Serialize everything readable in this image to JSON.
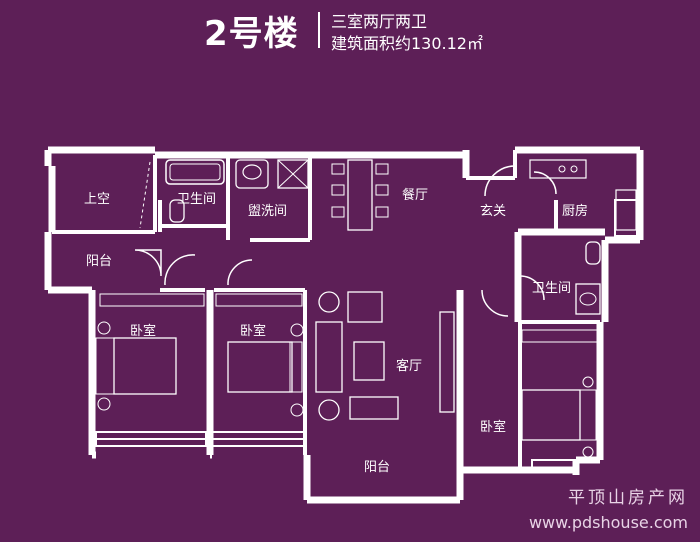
{
  "header": {
    "building": "2号楼",
    "layout": "三室两厅两卫",
    "area": "建筑面积约130.12㎡"
  },
  "rooms": {
    "upper_void": "上空",
    "bathroom_1": "卫生间",
    "washroom": "盥洗间",
    "dining": "餐厅",
    "entrance": "玄关",
    "kitchen": "厨房",
    "balcony_1": "阳台",
    "bathroom_2": "卫生间",
    "bedroom_1": "卧室",
    "bedroom_2": "卧室",
    "living": "客厅",
    "bedroom_3": "卧室",
    "balcony_2": "阳台"
  },
  "watermark": {
    "site": "平顶山房产网",
    "url": "www.pdshouse.com"
  }
}
